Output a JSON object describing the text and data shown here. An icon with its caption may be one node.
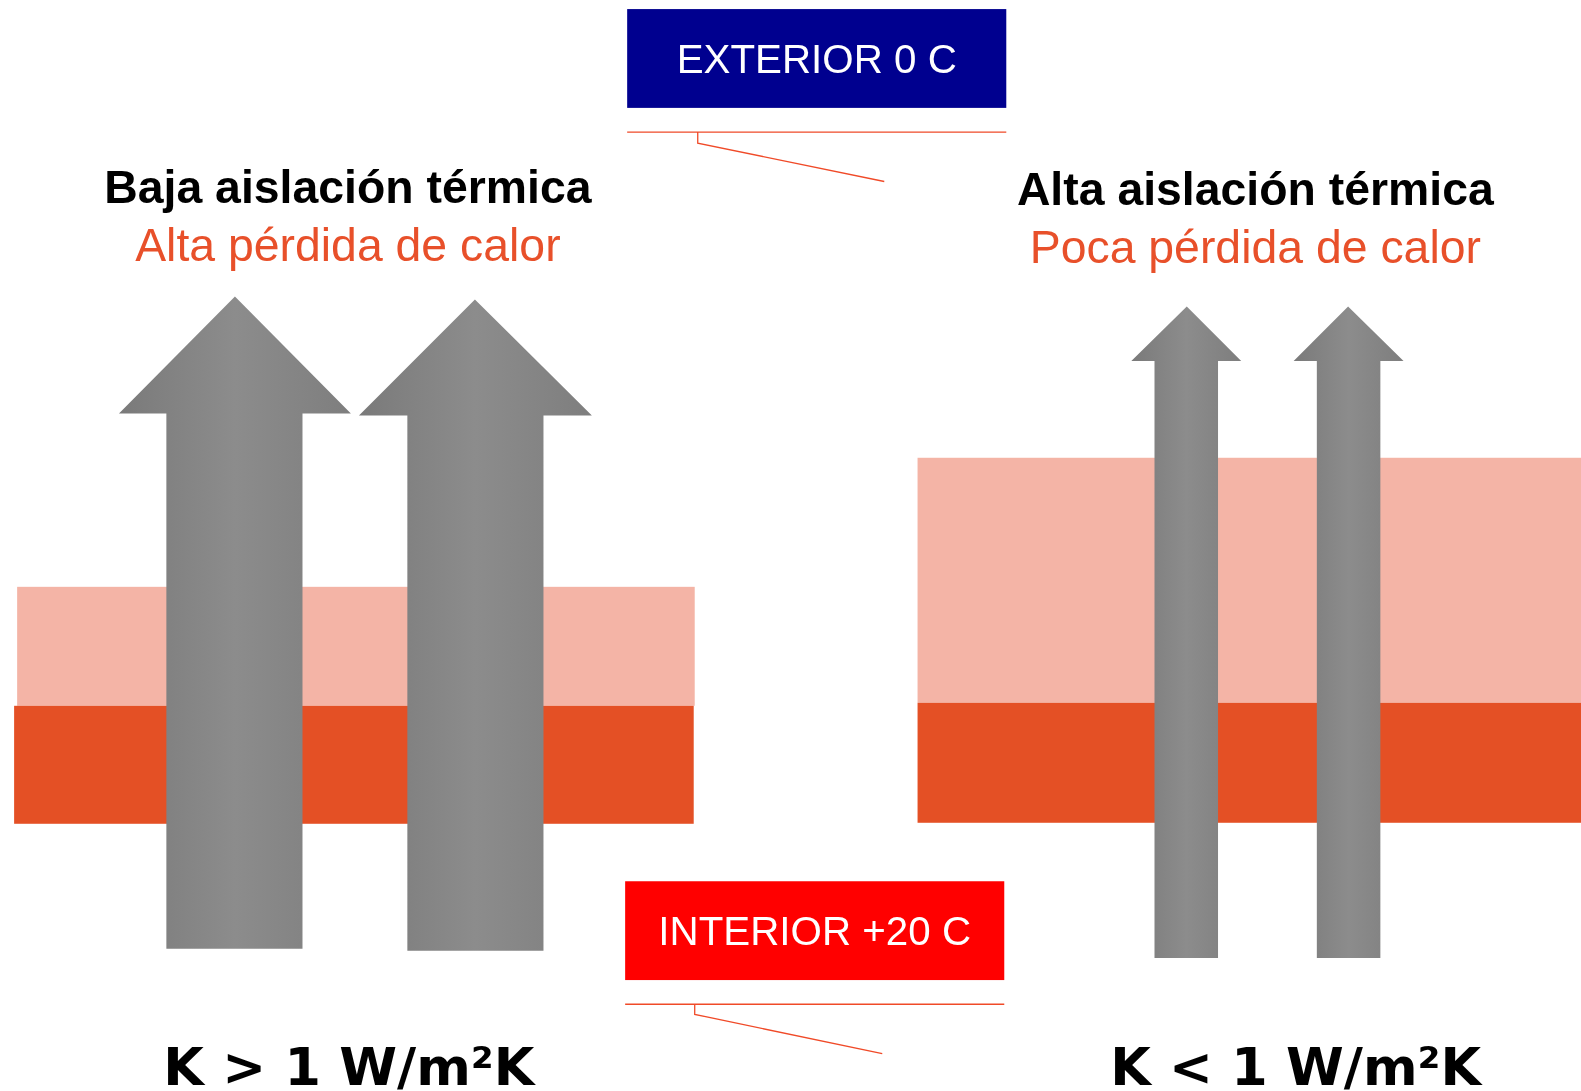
{
  "diagram": {
    "nodes": [
      {
        "text": [
          "EXTERIOR  0 C"
        ]
      },
      {
        "text": [
          "INTERIOR +20 C"
        ]
      }
    ],
    "edges": [],
    "labels": [
      "Baja aislación térmica",
      "Alta pérdida de calor",
      "Alta aislación térmica",
      "Poca pérdida de calor",
      "K > 1 W/m²K",
      "K < 1 W/m²K"
    ]
  }
}
